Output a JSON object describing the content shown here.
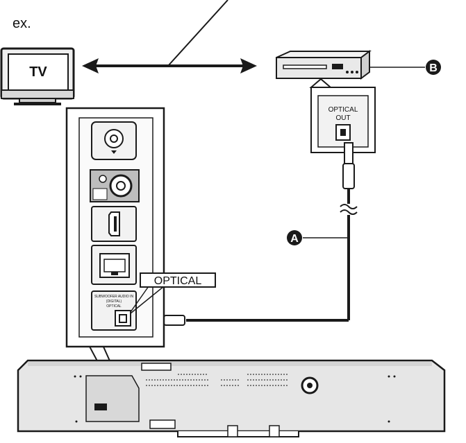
{
  "labels": {
    "example": "ex.",
    "tv": "TV",
    "optical_out_line1": "OPTICAL",
    "optical_out_line2": "OUT",
    "optical_callout": "OPTICAL",
    "panel_audio_in": "SUBWOOFER AUDIO IN",
    "panel_optical_1": "(DIGITAL)",
    "panel_optical_2": "OPTICAL"
  },
  "markers": {
    "a": "A",
    "b": "B"
  },
  "icons": [
    "tv-icon",
    "disc-player-icon",
    "coax-antenna-icon",
    "rca-jack-icon",
    "hdmi-port-icon",
    "lan-port-icon",
    "optical-port-icon",
    "optical-plug-icon"
  ],
  "colors": {
    "ink": "#1a1a1a",
    "device_fill": "#e6e6e6",
    "port_fill": "#f2f2f2",
    "marker_fill": "#1a1a1a"
  }
}
